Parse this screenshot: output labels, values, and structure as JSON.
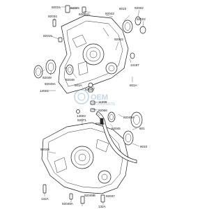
{
  "watermark": {
    "text": "OEM",
    "sub": "MOTORPARTS"
  },
  "labels": {
    "p92015": "92015",
    "p92005": "92005",
    "p92034": "92034",
    "p92004a": "92004A",
    "p92043a": "92043",
    "p6010": "6010",
    "p92002": "92002",
    "p92022": "92022",
    "p92015b": "92015",
    "p92043b": "92043",
    "p92049": "92049",
    "p92049a": "92049A",
    "p601a": "601A",
    "p13187": "13187",
    "p14001": "14001",
    "p11009": "11009",
    "p92043c": "92043",
    "p92066": "92066",
    "p14003": "14003",
    "p92071": "92071",
    "p92059": "92059",
    "p92045a": "92045A",
    "p92045": "92045",
    "p601": "601",
    "p92049c": "92049",
    "p6010b": "6010",
    "p132a": "132A",
    "p92049b": "92049B",
    "p92037": "92037",
    "p92049a2": "92049A",
    "p132a2": "132A"
  }
}
